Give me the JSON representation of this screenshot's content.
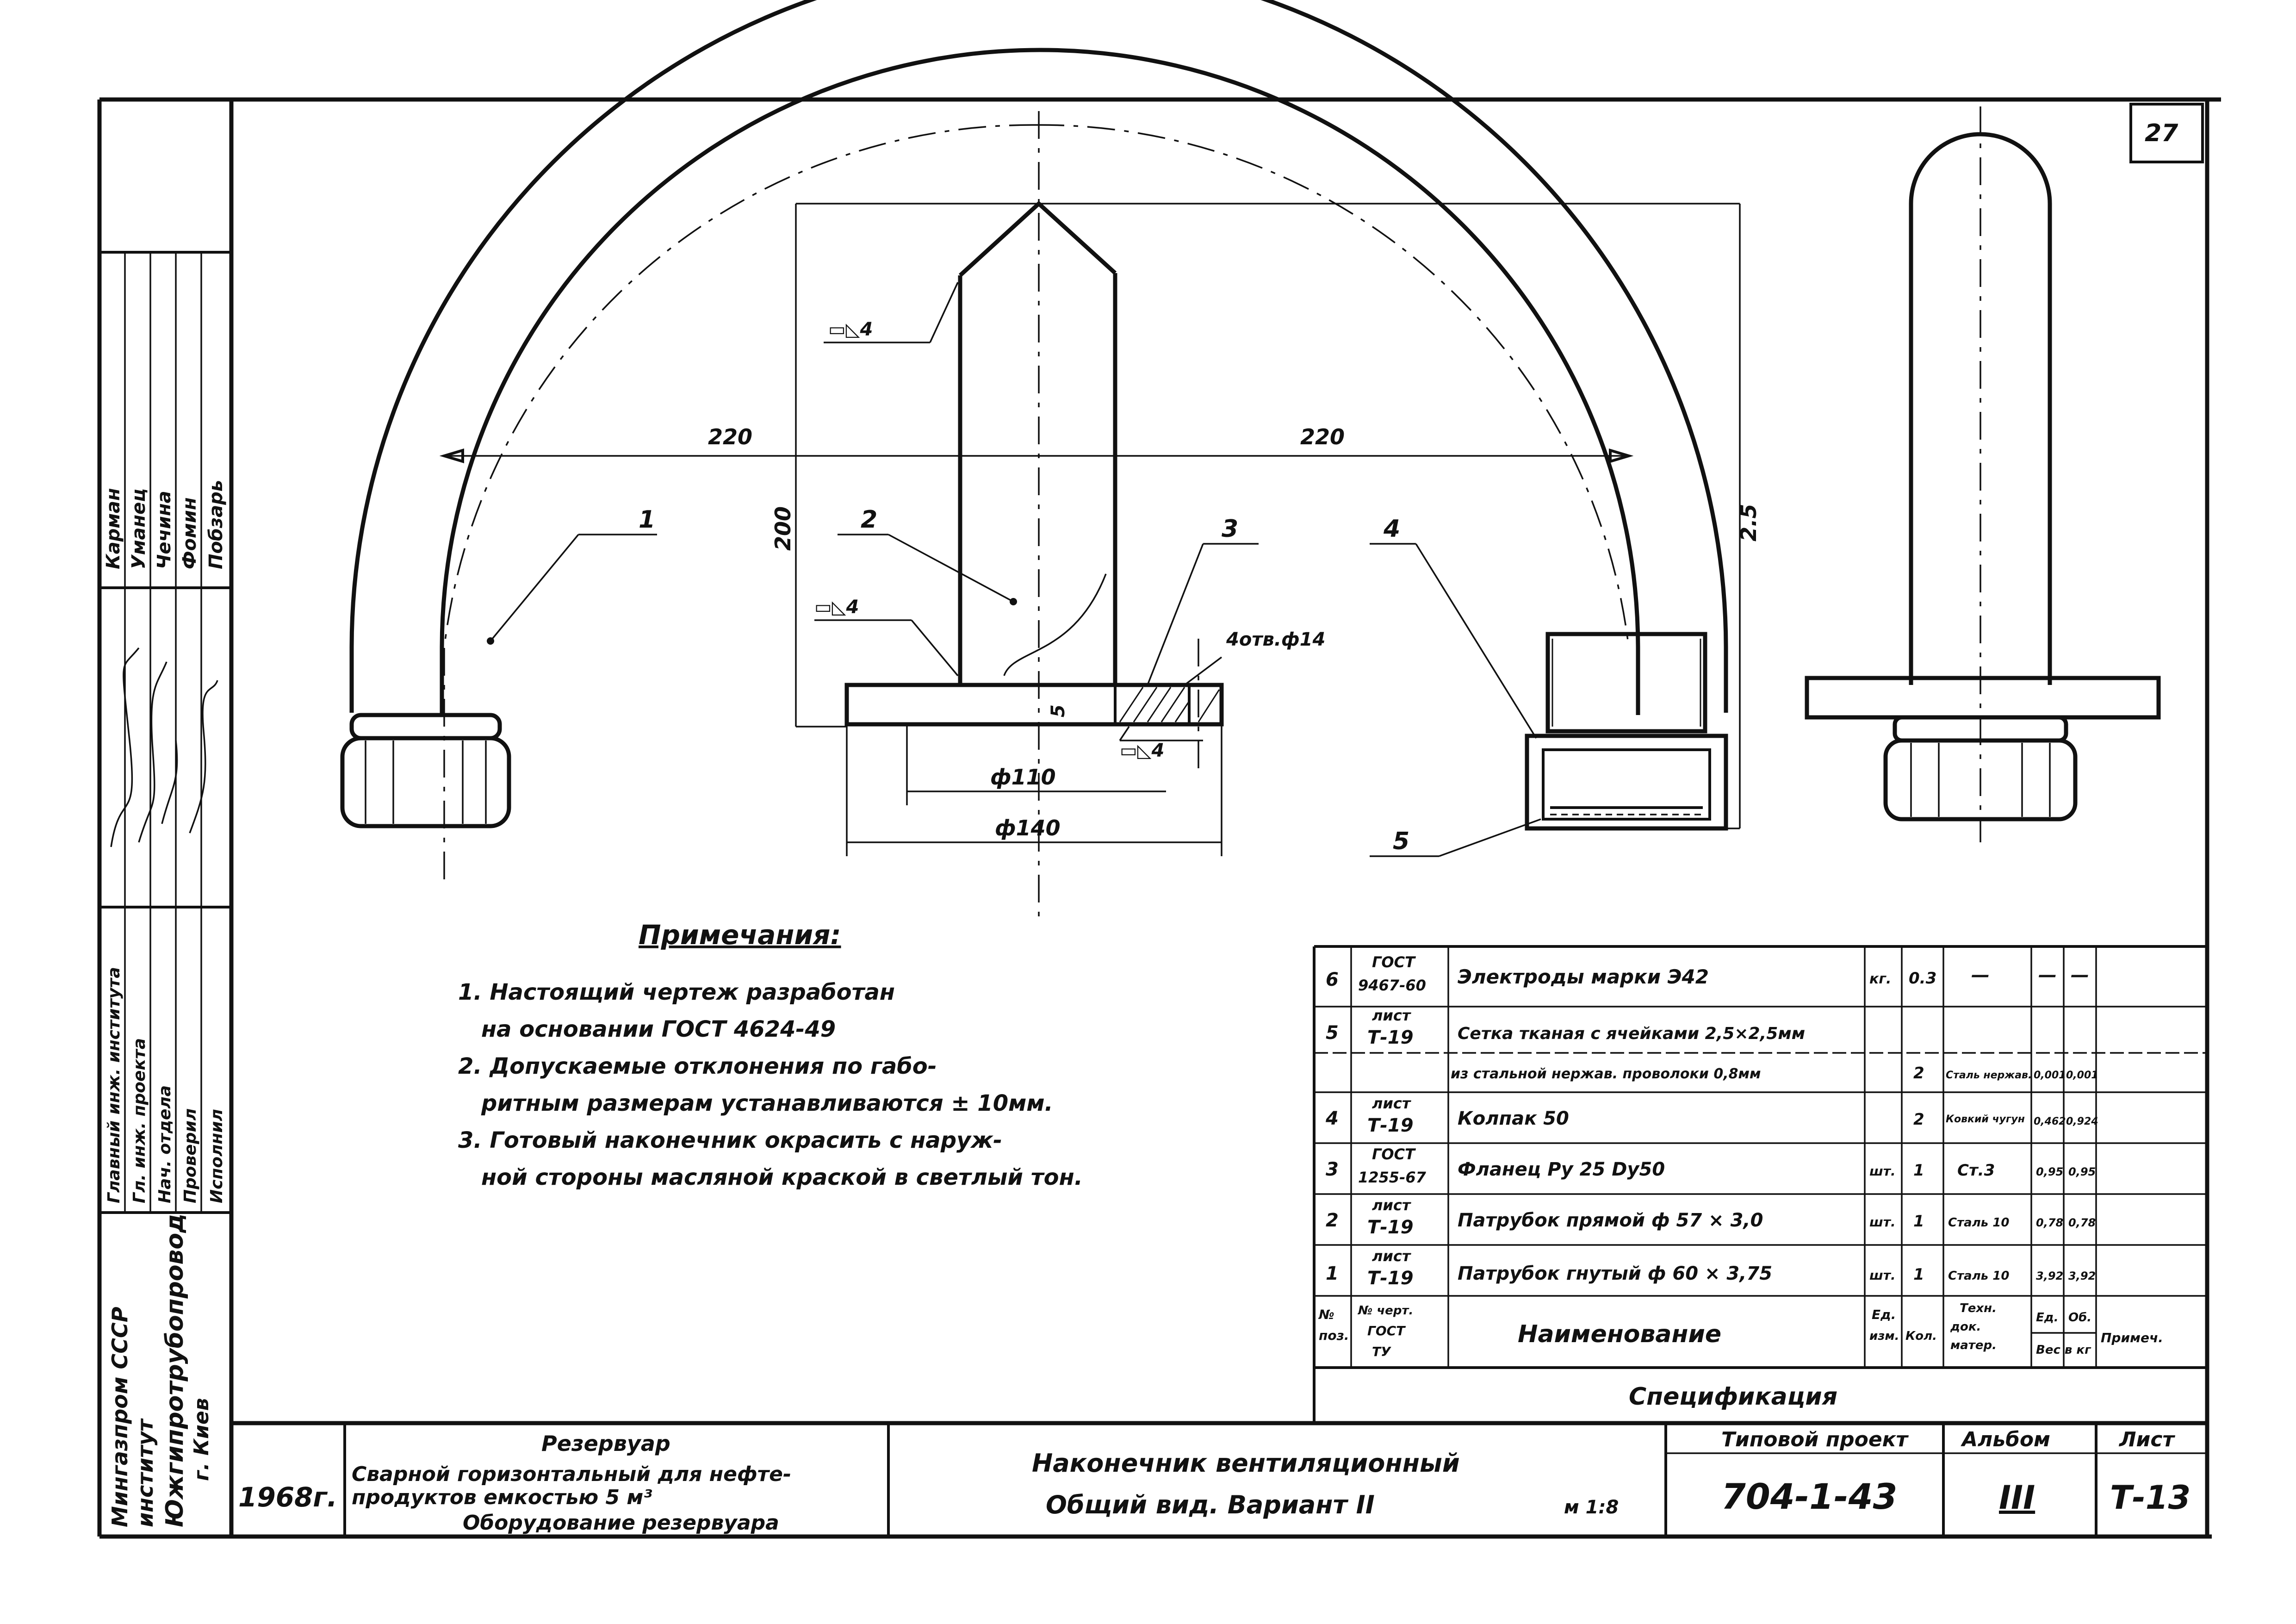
{
  "sheet_number": "27",
  "dimensions": {
    "left_220": "220",
    "right_220": "220",
    "height_200": "200",
    "thickness_5": "5",
    "dia_110": "ф110",
    "dia_140": "ф140",
    "height_25": "2.5",
    "holes": "4отв.ф14"
  },
  "weld_marks": [
    "▭◺4",
    "▭◺4",
    "▭◺4"
  ],
  "callouts": [
    "1",
    "2",
    "3",
    "4",
    "5"
  ],
  "notes": {
    "title": "Примечания:",
    "lines": [
      "1. Настоящий чертеж разработан",
      "на основании ГОСТ 4624-49",
      "2. Допускаемые отклонения по габо-",
      "ритным размерам устанавливаются ± 10мм.",
      "3. Готовый наконечник окрасить с наруж-",
      "ной стороны масляной краской в светлый тон."
    ]
  },
  "spec": {
    "rows": [
      {
        "pos": "6",
        "doc": [
          "ГОСТ",
          "9467-60"
        ],
        "name": "Электроды марки Э42",
        "unit": "кг.",
        "qty": "0.3",
        "mat": "—",
        "w1": "—",
        "w2": "—",
        "note": ""
      },
      {
        "pos": "5",
        "doc": [
          "лист",
          "Т-19"
        ],
        "name": "Сетка тканая с ячейками 2,5×2,5мм",
        "unit": "",
        "qty": "",
        "mat": "",
        "w1": "",
        "w2": "",
        "note": ""
      },
      {
        "pos": "",
        "doc": [
          "",
          ""
        ],
        "name": "из стальной нержав. проволоки 0,8мм",
        "unit": "",
        "qty": "2",
        "mat": "Сталь нержав.",
        "w1": "0,001",
        "w2": "0,001",
        "note": ""
      },
      {
        "pos": "4",
        "doc": [
          "лист",
          "Т-19"
        ],
        "name": "Колпак 50",
        "unit": "",
        "qty": "2",
        "mat": "Ковкий чугун",
        "w1": "0,462",
        "w2": "0,924",
        "note": ""
      },
      {
        "pos": "3",
        "doc": [
          "ГОСТ",
          "1255-67"
        ],
        "name": "Фланец Ру 25 Dу50",
        "unit": "шт.",
        "qty": "1",
        "mat": "Ст.3",
        "w1": "0,95",
        "w2": "0,95",
        "note": ""
      },
      {
        "pos": "2",
        "doc": [
          "лист",
          "Т-19"
        ],
        "name": "Патрубок прямой ф 57 × 3,0",
        "unit": "шт.",
        "qty": "1",
        "mat": "Сталь 10",
        "w1": "0,78",
        "w2": "0,78",
        "note": ""
      },
      {
        "pos": "1",
        "doc": [
          "лист",
          "Т-19"
        ],
        "name": "Патрубок гнутый ф 60 × 3,75",
        "unit": "шт.",
        "qty": "1",
        "mat": "Сталь 10",
        "w1": "3,92",
        "w2": "3,92",
        "note": ""
      }
    ],
    "header": {
      "pos": [
        "№",
        "поз."
      ],
      "doc": [
        "№ черт.",
        "ГОСТ",
        "ТУ"
      ],
      "name": "Наименование",
      "unit": [
        "Ед.",
        "изм."
      ],
      "qty": "Кол.",
      "mat": [
        "Техн.",
        "док.",
        "матер."
      ],
      "weight": [
        "Ед.",
        "Об.",
        "Вес в кг"
      ],
      "note": "Примеч."
    },
    "caption": "Спецификация"
  },
  "title_block": {
    "ministry": [
      "Мингазпром СССР",
      "институт",
      "Южгипротрубопровод",
      "г. Киев"
    ],
    "roles": [
      "Главный инж. института",
      "Гл. инж. проекта",
      "Нач. отдела",
      "Проверил",
      "Исполнил"
    ],
    "persons": [
      "Карман",
      "Уманец",
      "Чечина",
      "Фомин",
      "Побзарь"
    ],
    "year": "1968г.",
    "object_title": "Резервуар",
    "object_lines": [
      "Сварной горизонтальный для нефте-",
      "продуктов емкостью 5 м³",
      "Оборудование резервуара"
    ],
    "drawing_lines": [
      "Наконечник вентиляционный",
      "Общий вид. Вариант II"
    ],
    "scale": "м 1:8",
    "project_label": "Типовой проект",
    "project_number": "704-1-43",
    "album_label": "Альбом",
    "album_value": "III",
    "sheet_label": "Лист",
    "sheet_value": "Т-13"
  }
}
